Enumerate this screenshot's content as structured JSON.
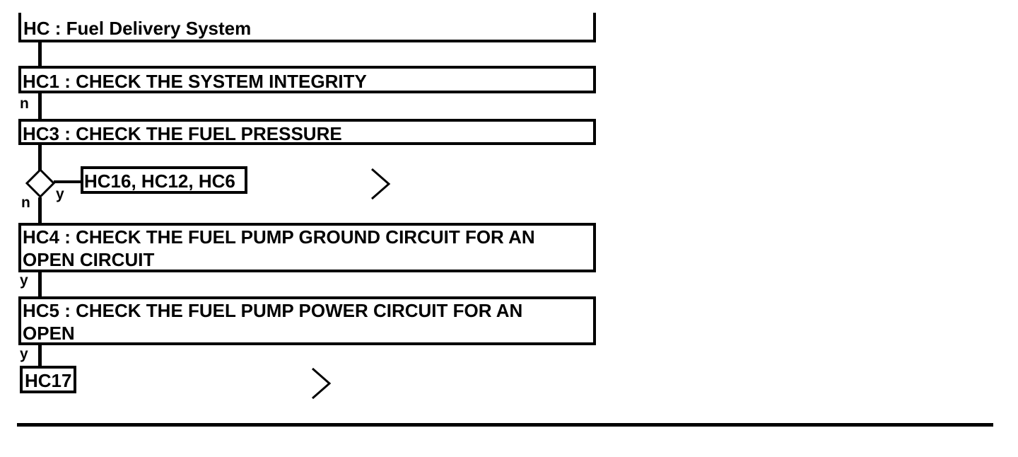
{
  "flowchart": {
    "header": {
      "title": "HC : Fuel Delivery System"
    },
    "steps": [
      {
        "id": "hc1",
        "label": "HC1 : CHECK THE SYSTEM INTEGRITY",
        "exit_label": "n"
      },
      {
        "id": "hc3",
        "label": "HC3 : CHECK THE FUEL PRESSURE"
      },
      {
        "id": "hc4",
        "line1": "HC4 : CHECK THE FUEL PUMP GROUND CIRCUIT FOR AN",
        "line2": "OPEN CIRCUIT",
        "exit_label": "y"
      },
      {
        "id": "hc5",
        "line1": "HC5 : CHECK THE FUEL PUMP POWER CIRCUIT FOR AN",
        "line2": "OPEN",
        "exit_label": "y"
      }
    ],
    "decision": {
      "yes_label": "y",
      "no_label": "n",
      "yes_target": "HC16, HC12, HC6"
    },
    "end_target": "HC17"
  }
}
